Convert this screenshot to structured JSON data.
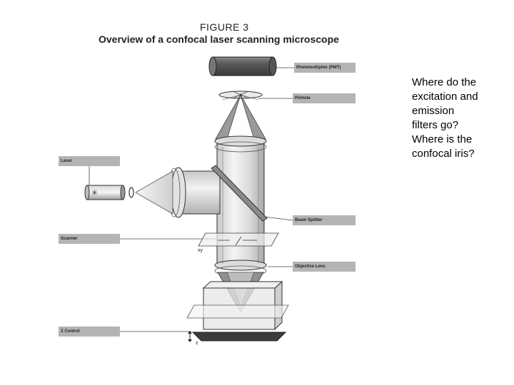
{
  "figure": {
    "number": "FIGURE 3",
    "title": "Overview of a confocal laser scanning microscope"
  },
  "labels": {
    "photomultiplier": "Photomultiplier (PMT)",
    "pinhole": "Pinhole",
    "laser": "Laser",
    "beam_splitter": "Beam Splitter",
    "scanner": "Scanner",
    "objective_lens": "Objective Lens",
    "z_control": "Z Control",
    "xy": "xy",
    "z": "z"
  },
  "question": {
    "lines": [
      "Where do the",
      "excitation and",
      "emission",
      "filters go?",
      "Where is the",
      "confocal iris?"
    ]
  },
  "colors": {
    "label_bg": "#b4b4b4",
    "metal_light": "#e6e6e6",
    "metal_dark": "#6a6a6a",
    "line": "#333333"
  }
}
